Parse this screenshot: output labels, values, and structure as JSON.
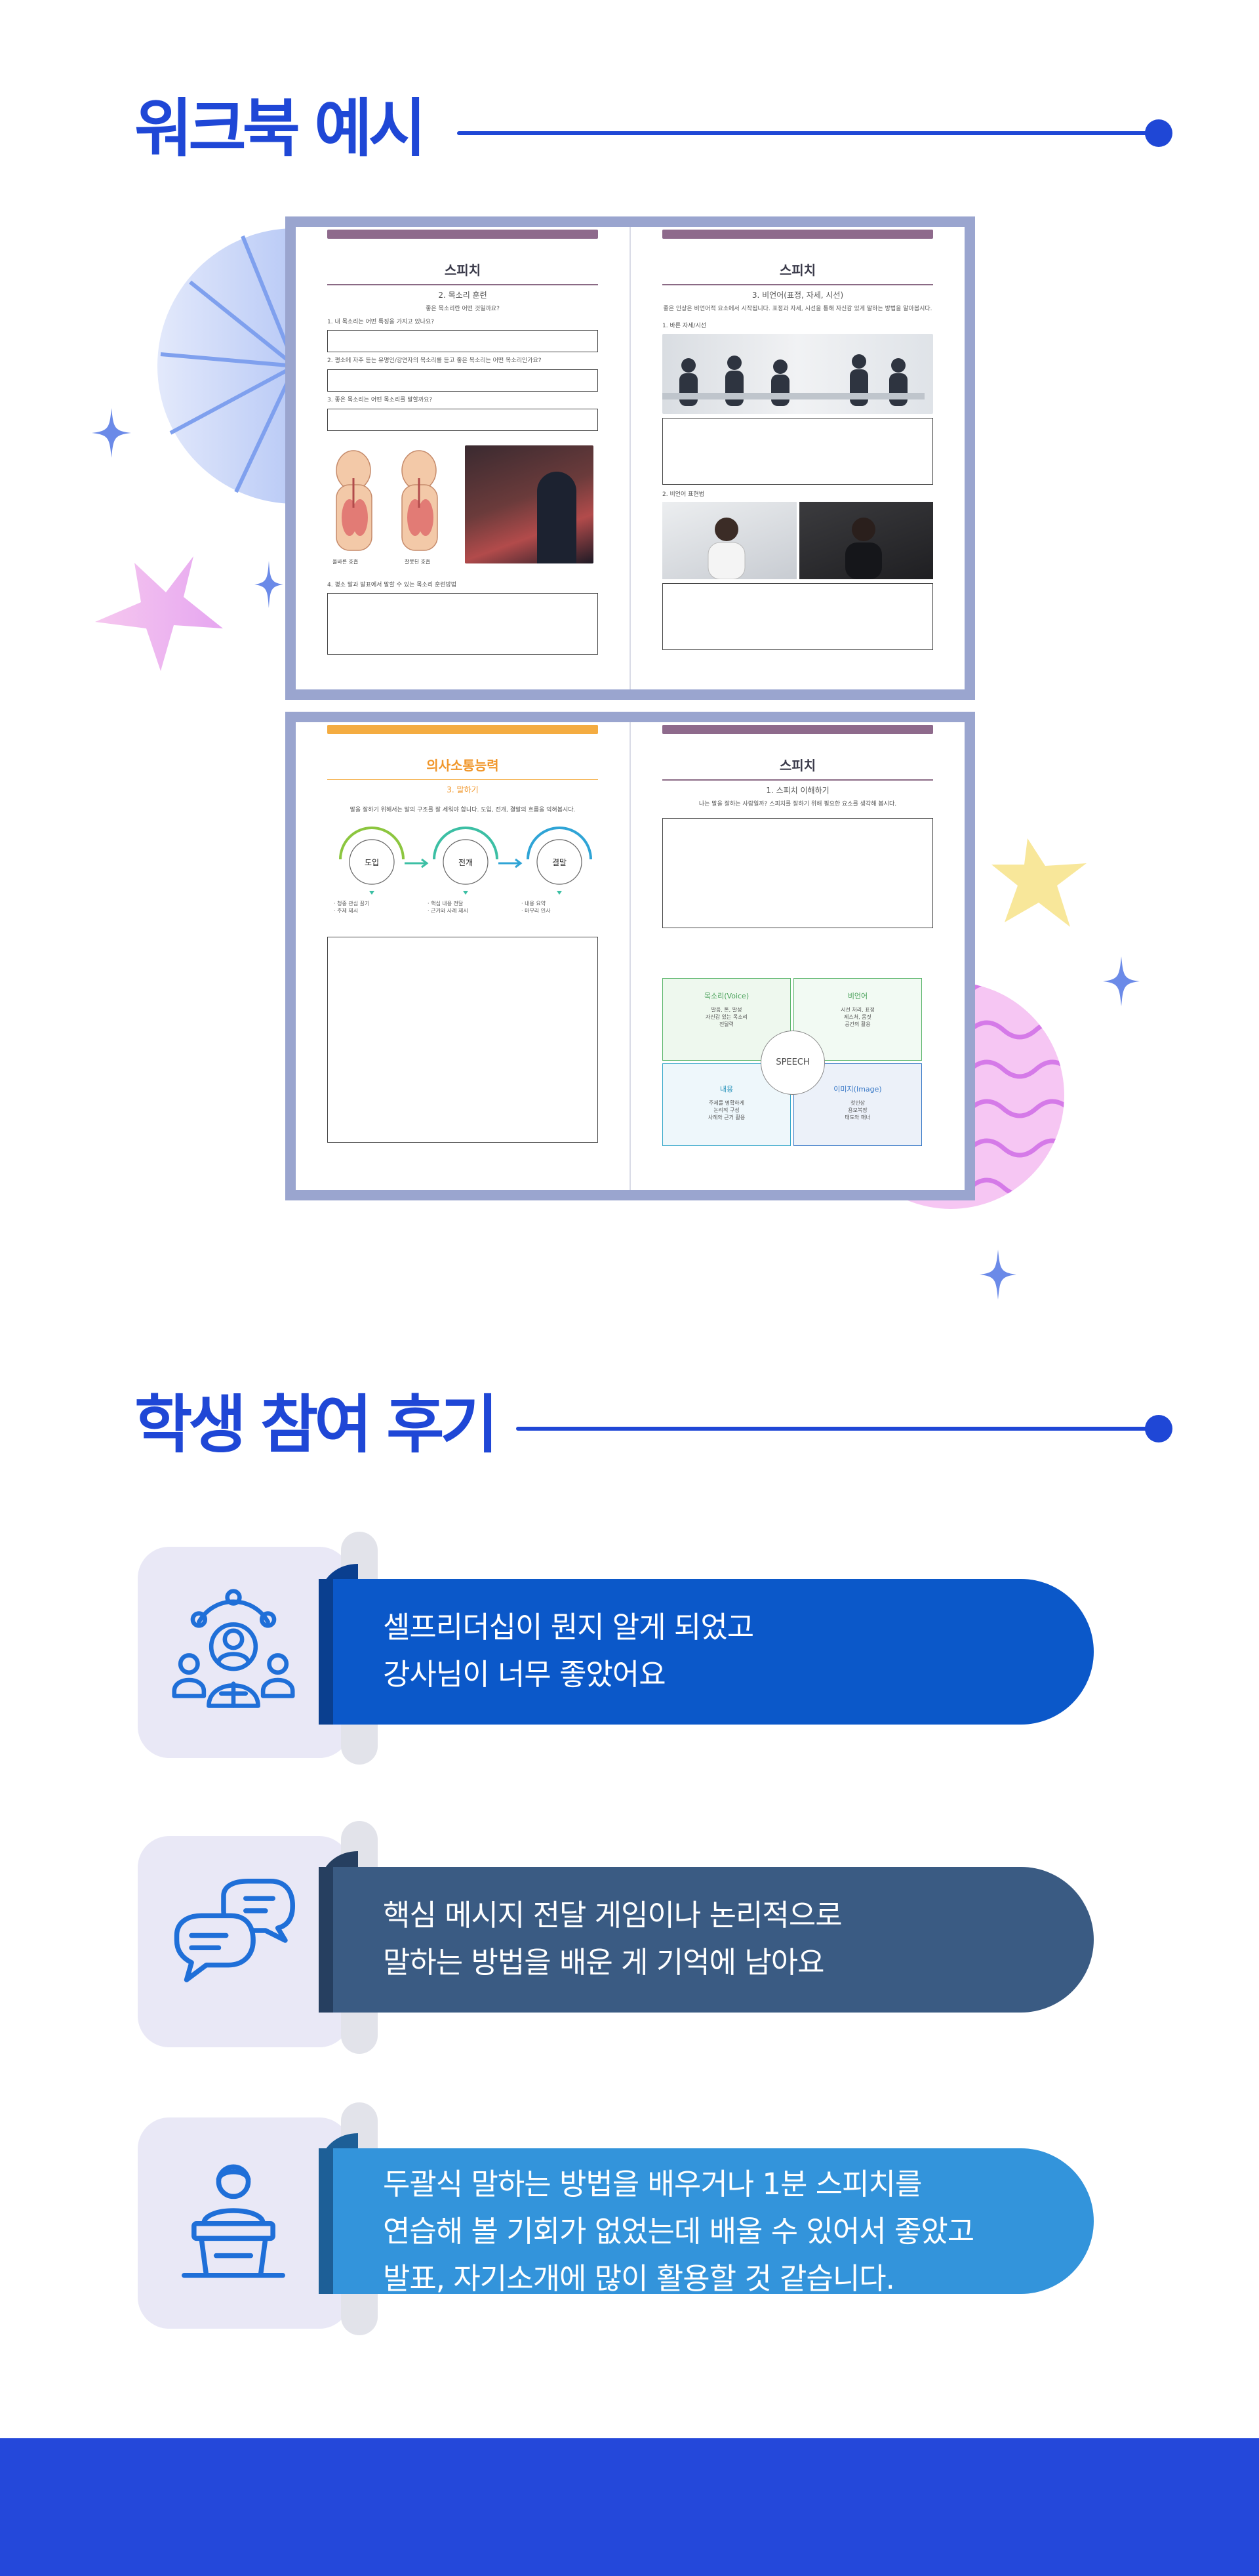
{
  "sections": {
    "workbook_title": "워크북 예시",
    "reviews_title": "학생 참여 후기"
  },
  "workbook": {
    "spread1": {
      "left": {
        "title": "스피치",
        "subtitle": "2. 목소리 훈련",
        "lead": "좋은 목소리란 어떤 것일까요?",
        "q1": "1. 내 목소리는 어떤 특징을 가지고 있나요?",
        "q2": "2. 평소에 자주 듣는 유명인/강연자의 목소리를 듣고 좋은 목소리는 어떤 목소리인가요?",
        "q3": "3. 좋은 목소리는 어떤 목소리를 말할까요?",
        "diagram_caption_a": "올바른 호흡",
        "diagram_caption_b": "잘못된 호흡",
        "q4": "4. 평소 말과 발표에서 말할 수 있는 목소리 훈련방법"
      },
      "right": {
        "title": "스피치",
        "subtitle": "3. 비언어(표정, 자세, 시선)",
        "lead": "좋은 인상은 비언어적 요소에서 시작됩니다. 표정과 자세, 시선을 통해 자신감 있게 말하는 방법을 알아봅시다.",
        "q1": "1. 바른 자세/시선",
        "q2": "2. 비언어 표현법"
      }
    },
    "spread2": {
      "left": {
        "title": "의사소통능력",
        "subtitle": "3. 말하기",
        "lead": "말을 잘하기 위해서는 말의 구조를 잘 세워야 합니다. 도입, 전개, 결말의 흐름을 익혀봅시다.",
        "steps": [
          "도입",
          "전개",
          "결말"
        ],
        "notes": [
          "· 청중 관심 끌기\n· 주제 제시",
          "· 핵심 내용 전달\n· 근거와 사례 제시",
          "· 내용 요약\n· 마무리 인사"
        ]
      },
      "right": {
        "title": "스피치",
        "subtitle": "1. 스피치 이해하기",
        "lead": "나는 말을 잘하는 사람일까? 스피치를 잘하기 위해 필요한 요소를 생각해 봅시다.",
        "center": "SPEECH",
        "quads": [
          {
            "title": "목소리(Voice)",
            "body": "발음, 톤, 발성\n자신감 있는 목소리\n전달력"
          },
          {
            "title": "비언어",
            "body": "시선 처리, 표정\n제스처, 몸짓\n공간의 활용"
          },
          {
            "title": "내용",
            "body": "주제를 명확하게\n논리적 구성\n사례와 근거 활용"
          },
          {
            "title": "이미지(Image)",
            "body": "첫인상\n용모복장\n태도와 매너"
          }
        ]
      }
    }
  },
  "reviews": [
    {
      "text": "셀프리더십이 뭔지 알게 되었고\n강사님이 너무 좋았어요",
      "icon": "leadership-team-icon",
      "color": "#0b58c9"
    },
    {
      "text": "핵심 메시지 전달 게임이나 논리적으로\n말하는 방법을 배운 게 기억에 남아요",
      "icon": "chat-bubbles-icon",
      "color": "#3a5b83"
    },
    {
      "text": "두괄식 말하는 방법을 배우거나 1분 스피치를\n연습해 볼 기회가 없었는데 배울 수 있어서 좋았고\n발표, 자기소개에 많이 활용할 것 같습니다.",
      "icon": "speaker-podium-icon",
      "color": "#3394db"
    }
  ],
  "colors": {
    "brand": "#1f47d6",
    "footer": "#2448da",
    "review_bg": "#e9e8f6"
  }
}
